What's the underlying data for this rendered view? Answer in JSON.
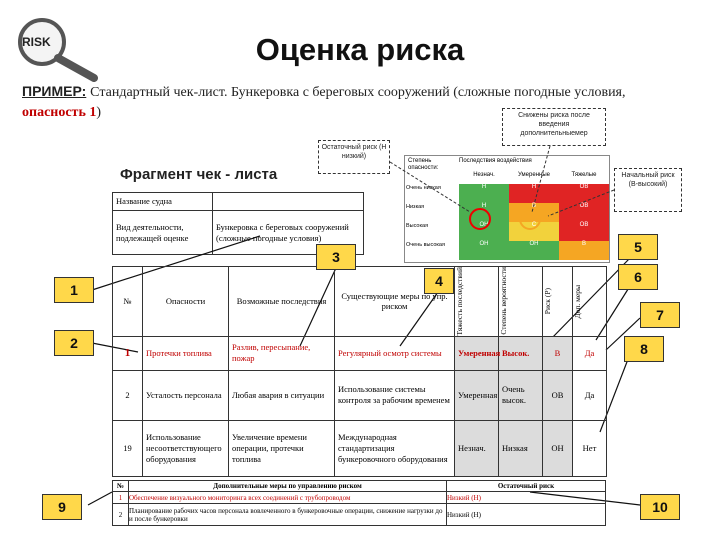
{
  "logo": {
    "text": "RISK"
  },
  "title": "Оценка риска",
  "subtitle": {
    "example_label": "ПРИМЕР:",
    "text": "Стандартный чек-лист. Бункеровка с береговых сооружений (сложные погодные условия,",
    "danger": "опасность 1",
    "close": ")"
  },
  "fragment_title": "Фрагмент чек - листа",
  "vessel_table": {
    "rows": [
      {
        "label": "Название судна",
        "value": ""
      },
      {
        "label": "Вид деятельности, подлежащей оценке",
        "value": "Бункеровка с береговых сооружений (сложные погодные условия)"
      }
    ]
  },
  "callouts": {
    "residual": "Остаточный риск (Н низкий)",
    "reduced": "Снижены риска после введения дополнительныемер",
    "initial": "Начальный риск (В-высокий)"
  },
  "matrix": {
    "header_left": "Степень опасности:",
    "header_mid": "Последствия воздействия",
    "cols": [
      "Незнач.",
      "Умеренные",
      "Тяжелые"
    ],
    "rows": [
      {
        "label": "Очень низкая",
        "cells": [
          "Н",
          "Н",
          "ОВ"
        ]
      },
      {
        "label": "Низкая",
        "cells": [
          "Н",
          "В",
          "ОВ"
        ]
      },
      {
        "label": "Высокая",
        "cells": [
          "ОН",
          "С",
          "ОВ"
        ]
      },
      {
        "label": "Очень высокая",
        "cells": [
          "ОН",
          "ОН",
          "В"
        ]
      }
    ]
  },
  "main_table": {
    "headers": [
      "№",
      "Опасности",
      "Возможные последствия",
      "Существующие меры по упр. риском",
      "Тяжесть последствий",
      "Степень вероятности",
      "Риск (Р)",
      "Доп. меры"
    ],
    "rows": [
      {
        "n": "1",
        "hazard": "Протечки топлива",
        "conseq": "Разлив, пересыпание, пожар",
        "measures": "Регулярный осмотр системы",
        "sev": "Умеренная",
        "prob": "Высок.",
        "risk": "В",
        "add": "Да",
        "highlight": true
      },
      {
        "n": "2",
        "hazard": "Усталость персонала",
        "conseq": "Любая авария в ситуации",
        "measures": "Использование системы контроля за рабочим временем",
        "sev": "Умеренная",
        "prob": "Очень высок.",
        "risk": "ОВ",
        "add": "Да",
        "highlight": false
      },
      {
        "n": "19",
        "hazard": "Использование несоответствующего оборудования",
        "conseq": "Увеличение времени операции, протечки топлива",
        "measures": "Международная стандартизация бункеровочного оборудования",
        "sev": "Незнач.",
        "prob": "Низкая",
        "risk": "ОН",
        "add": "Нет",
        "highlight": false
      }
    ]
  },
  "bottom_table": {
    "headers": [
      "№",
      "Дополнительные меры по управлению риском",
      "Остаточный риск"
    ],
    "rows": [
      {
        "n": "1",
        "text": "Обеспечение визуального мониторинга всех соединений с трубопроводом",
        "risk": "Низкий (Н)",
        "red": true
      },
      {
        "n": "2",
        "text": "Планирование рабочих часов персонала вовлеченного в бункеровочные операции, снижение нагрузки до и после бункеровки",
        "risk": "Низкий (Н)",
        "red": false
      }
    ]
  },
  "markers": [
    "1",
    "2",
    "3",
    "4",
    "5",
    "6",
    "7",
    "8",
    "9",
    "10"
  ]
}
